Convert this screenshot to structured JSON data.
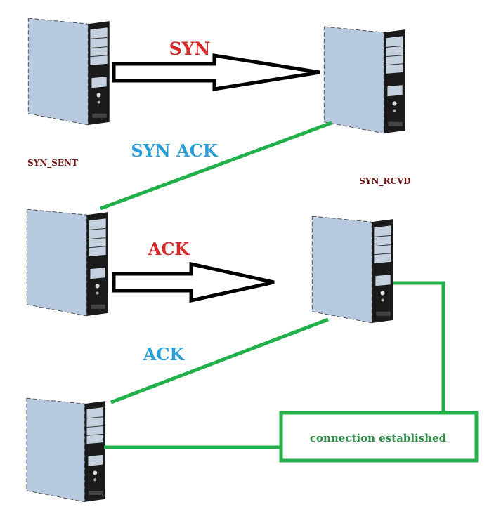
{
  "labels": {
    "syn": "SYN",
    "syn_ack": "SYN ACK",
    "ack_red": "ACK",
    "ack_blue": "ACK",
    "syn_sent": "SYN_SENT",
    "syn_rcvd": "SYN_RCVD",
    "connection_established": "connection established"
  },
  "colors": {
    "syn_label": "#d42a2a",
    "ack_label": "#d42a2a",
    "reply_label": "#2a9fd6",
    "state_label": "#6e1414",
    "connector_line": "#22b04b",
    "box_text": "#2f8f4a"
  }
}
